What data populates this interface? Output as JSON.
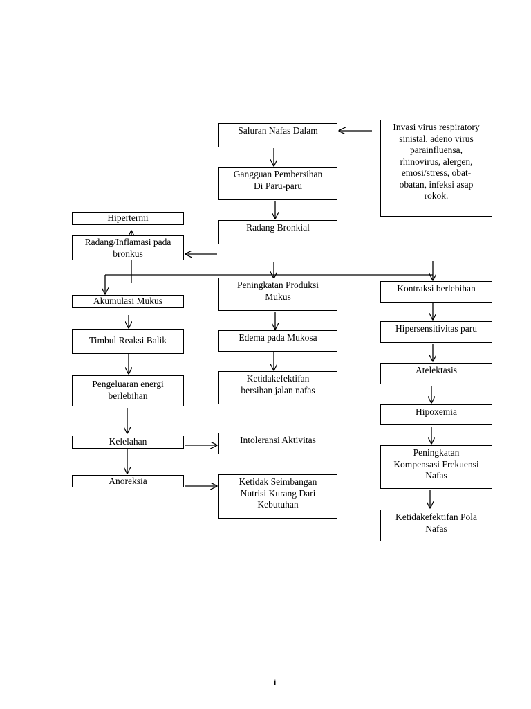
{
  "diagram": {
    "center": {
      "saluran": "Saluran Nafas Dalam",
      "gangguan": "Gangguan Pembersihan\nDi Paru-paru",
      "radang_bronkial": "Radang Bronkial",
      "peningkatan_produksi": "Peningkatan Produksi\nMukus",
      "edema": "Edema  pada Mukosa",
      "ketidakefektifan_bersihan": "Ketidakefektifan\nbersihan jalan nafas",
      "intoleransi": "Intoleransi Aktivitas",
      "ketidak_seimbangan": "Ketidak Seimbangan\nNutrisi Kurang Dari\nKebutuhan"
    },
    "cause": {
      "invasi": "Invasi virus respiratory\nsinistal, adeno virus\nparainfluensa,\nrhinovirus, alergen,\nemosi/stress, obat-\nobatan, infeksi asap\nrokok."
    },
    "left": {
      "hipertermi": "Hipertermi",
      "radang_inflamasi": "Radang/Inflamasi pada\nbronkus",
      "akumulasi": "Akumulasi Mukus",
      "timbul": "Timbul Reaksi Balik",
      "pengeluaran": "Pengeluaran energi\nberlebihan",
      "kelelahan": "Kelelahan",
      "anoreksia": "Anoreksia"
    },
    "right": {
      "kontraksi": "Kontraksi berlebihan",
      "hipersensitivitas": "Hipersensitivitas paru",
      "atelektasis": "Atelektasis",
      "hipoxemia": "Hipoxemia",
      "peningkatan_kompensasi": "Peningkatan\nKompensasi Frekuensi\nNafas",
      "ketidakefektifan_pola": "Ketidakefektifan Pola\nNafas"
    }
  },
  "page_number": "i"
}
